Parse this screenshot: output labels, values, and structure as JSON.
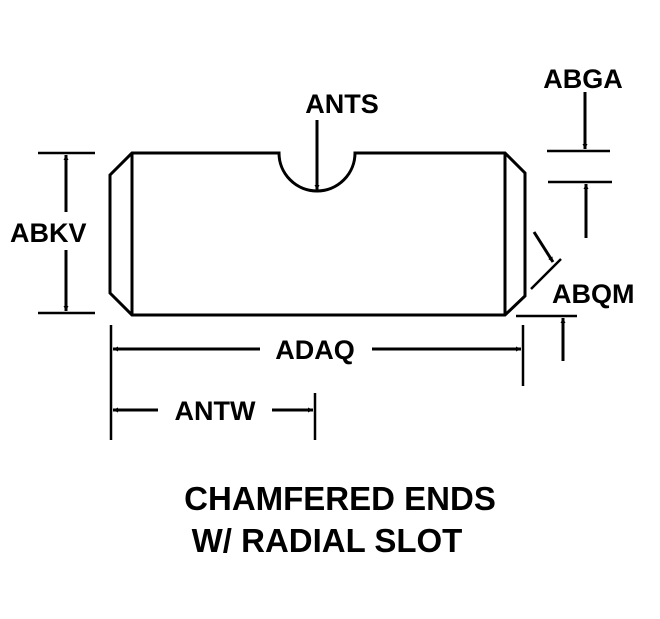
{
  "labels": {
    "slot_width": "ANTS",
    "chamfer_width": "ABGA",
    "diameter": "ABKV",
    "chamfer_angle": "ABQM",
    "overall_length": "ADAQ",
    "slot_location": "ANTW"
  },
  "title": {
    "line1": "CHAMFERED ENDS",
    "line2": "W/ RADIAL SLOT"
  }
}
